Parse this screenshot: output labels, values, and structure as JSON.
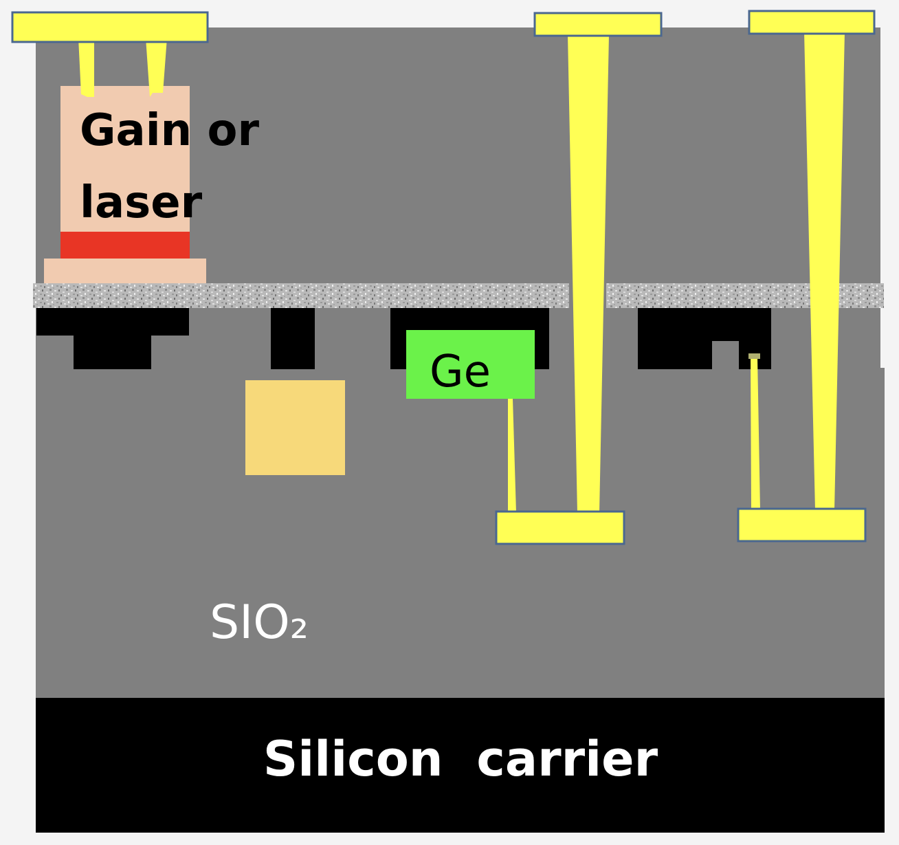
{
  "labels": {
    "gain_line1": "Gain or",
    "gain_line2": "laser",
    "ge": "Ge",
    "oxide": "SIO₂",
    "carrier": "Silicon  carrier"
  },
  "colors": {
    "oxide": "#808080",
    "carrier": "#000000",
    "metal": "#ffff55",
    "metal_border": "#4a6790",
    "gain": "#f1cbb0",
    "active_layer": "#e83525",
    "germanium": "#6bf24a",
    "silicon_nitride": "#f7d97a",
    "bonding_layer": "#b8b8b8"
  }
}
